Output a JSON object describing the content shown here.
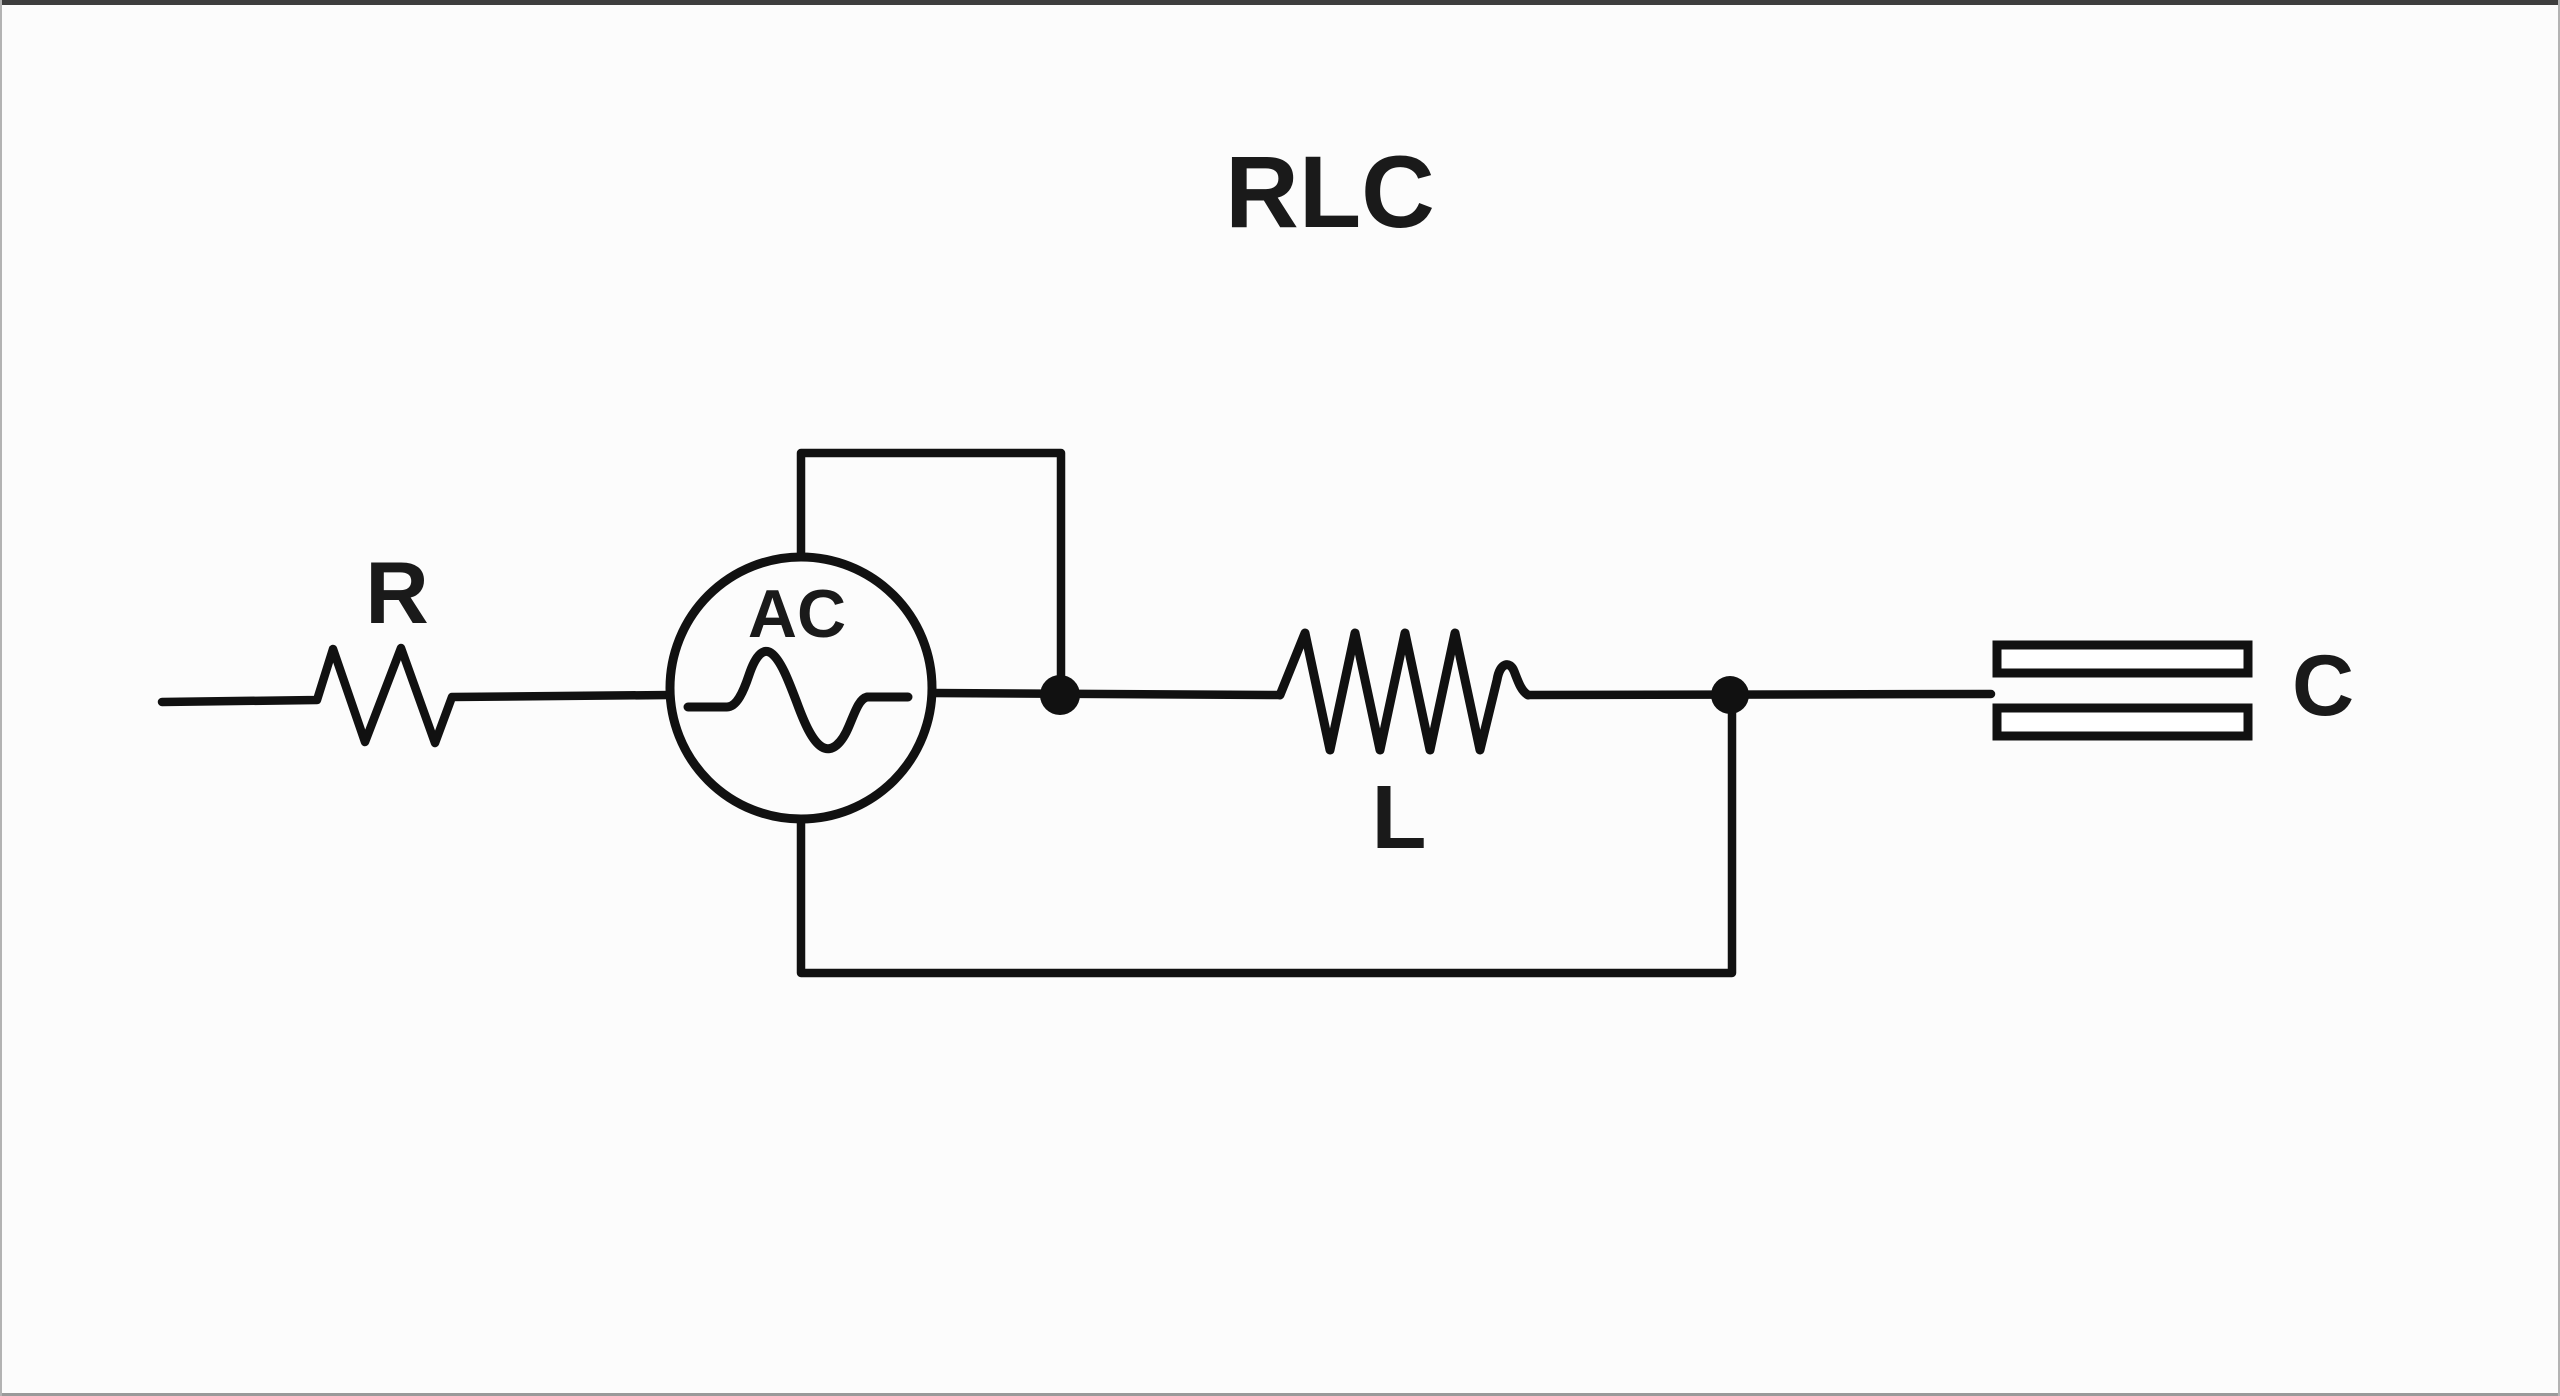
{
  "title": "RLC",
  "labels": {
    "resistor": "R",
    "source": "AC",
    "inductor": "L",
    "capacitor": "C"
  },
  "colors": {
    "line": "#111111",
    "text": "#1a1a1a",
    "background": "#fcfcfc",
    "border_top": "#3e3e3e",
    "border_side": "#b3b3b3",
    "border_bottom": "#9a9a9a"
  }
}
